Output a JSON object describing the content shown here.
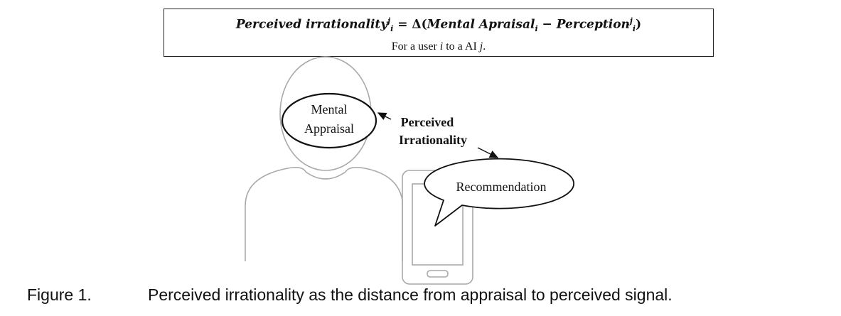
{
  "formula": {
    "lhs": "Perceived irrationality",
    "sup_j": "j",
    "sub_i": "i",
    "equals": " = ",
    "delta": "Δ(",
    "mental": "Mental Apraisal",
    "minus": " − ",
    "perception": "Perception",
    "close": ")",
    "subtitle_prefix": "For a user ",
    "subtitle_i": "i",
    "subtitle_mid": " to a AI ",
    "subtitle_j": "j",
    "subtitle_end": "."
  },
  "diagram": {
    "mental_label_line1": "Mental",
    "mental_label_line2": "Appraisal",
    "perceived_line1": "Perceived",
    "perceived_line2": "Irrationality",
    "recommendation": "Recommendation"
  },
  "caption": {
    "figure": "Figure 1.",
    "text": "Perceived irrationality as the distance from appraisal to perceived signal."
  }
}
